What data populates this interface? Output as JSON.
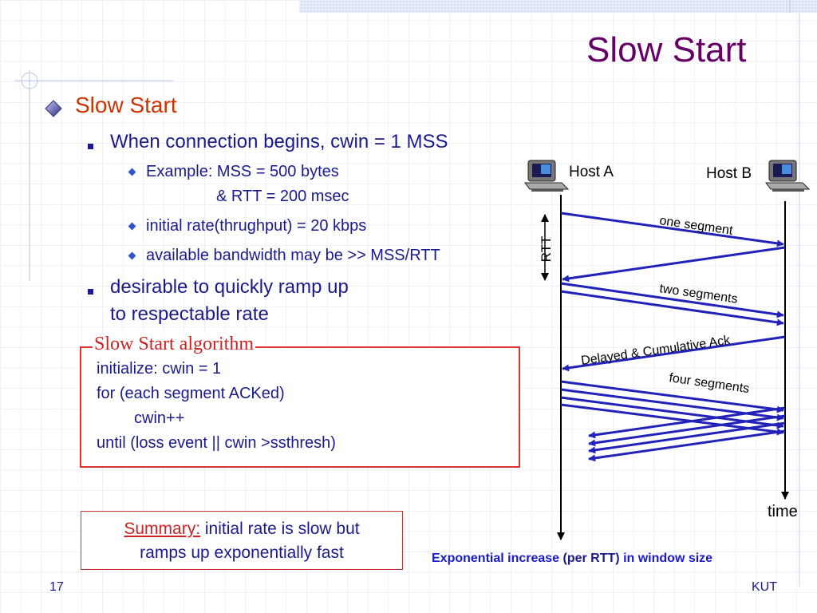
{
  "slide": {
    "title": "Slow Start",
    "number": "17",
    "footer": "KUT"
  },
  "bullets": {
    "main": "Slow Start",
    "b1": "When connection begins, cwin = 1 MSS",
    "b1_1_line1": "Example: MSS = 500 bytes",
    "b1_1_line2": "& RTT = 200 msec",
    "b1_2": "initial rate(thrughput) = 20 kbps",
    "b1_3": "available bandwidth may be >> MSS/RTT",
    "b2_line1": "desirable to quickly ramp up",
    "b2_line2": "to respectable rate"
  },
  "algorithm": {
    "title": "Slow Start algorithm",
    "lines": [
      "initialize: cwin = 1",
      "for (each segment ACKed)",
      "cwin++",
      "until (loss event || cwin >ssthresh)"
    ]
  },
  "summary": {
    "label": "Summary:",
    "text_line1": " initial rate is slow but",
    "text_line2": "ramps up exponentially fast"
  },
  "diagram": {
    "host_a": "Host A",
    "host_b": "Host B",
    "rtt_label": "RTT",
    "time_label": "time",
    "labels": {
      "one_segment": "one segment",
      "two_segments": "two segments",
      "delayed_ack": "Delayed & Cumulative Ack",
      "four_segments": "four segments"
    },
    "caption_blue1": "Exponential increase",
    "caption_black": " (per RTT) ",
    "caption_blue2": "in window size",
    "colors": {
      "arrow": "#2222bb",
      "title": "#660066",
      "accent_red": "#cc2222"
    }
  }
}
